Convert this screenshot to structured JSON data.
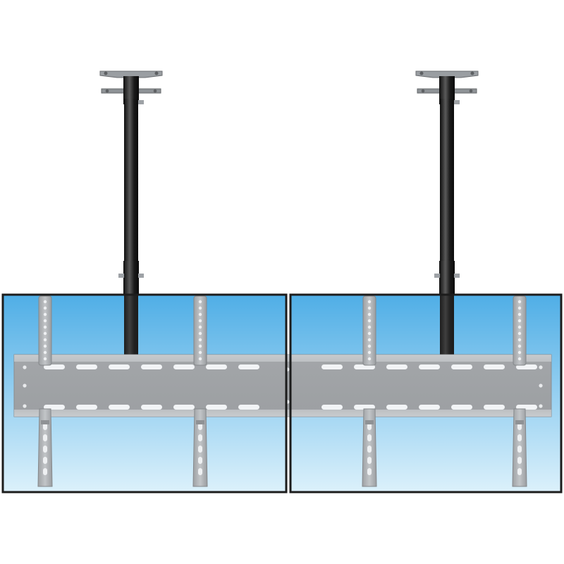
{
  "product": {
    "kind": "dual-screen-ceiling-tv-mount",
    "screen_count": 2,
    "pole_count": 2
  },
  "colors": {
    "background": "#ffffff",
    "screen_border": "#1c1c1c",
    "screen_sky_top": "#4faee6",
    "screen_sky_bottom": "#dcf1fb",
    "pole": "#151515",
    "pole_highlight": "#5a5a5a",
    "ceiling_plate": "#9a9ea2",
    "rail": "#a6a9ac",
    "bracket": "#b4b7ba",
    "slot": "#f2f4f6"
  }
}
